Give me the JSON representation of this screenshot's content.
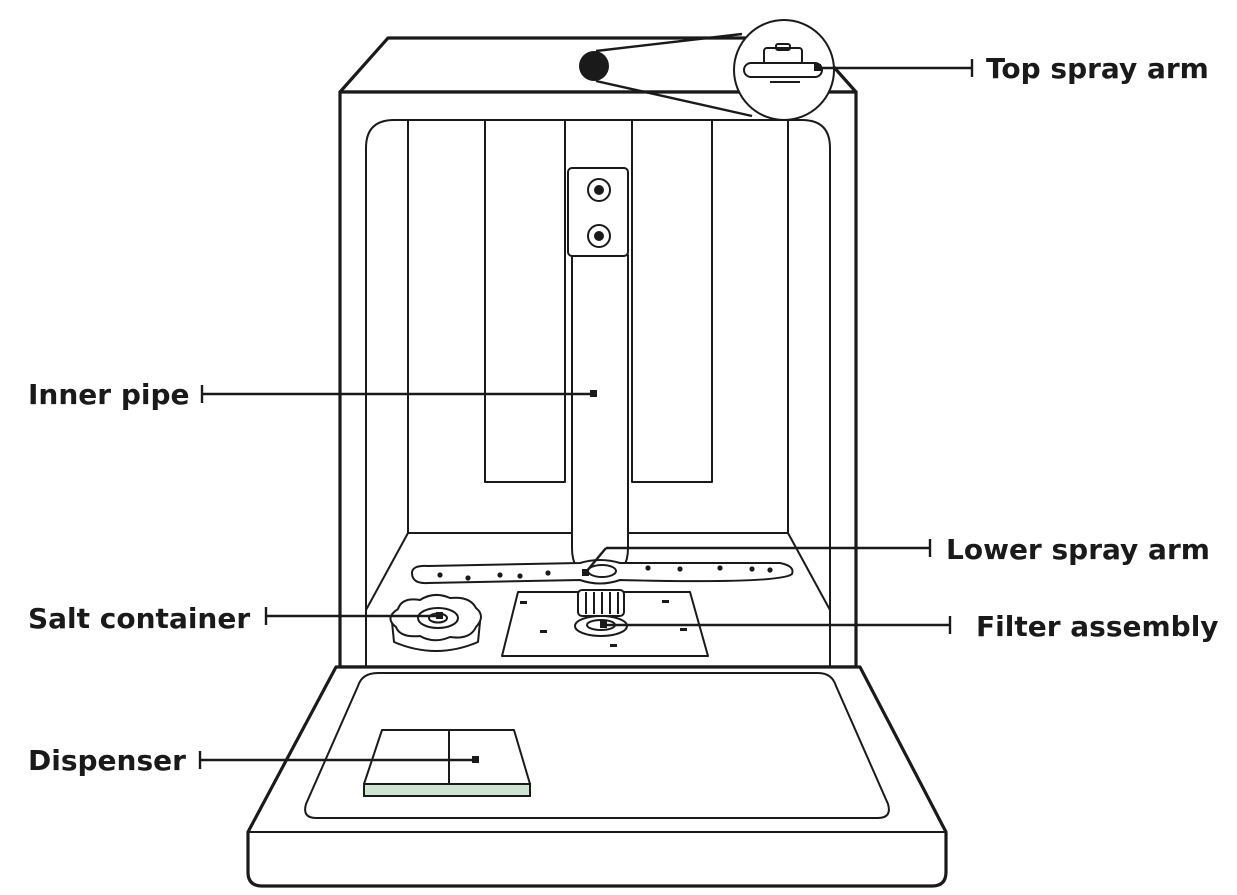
{
  "labels": {
    "top_spray_arm": "Top spray arm",
    "inner_pipe": "Inner pipe",
    "lower_spray_arm": "Lower spray arm",
    "salt_container": "Salt container",
    "filter_assembly": "Filter assembly",
    "dispenser": "Dispenser"
  },
  "colors": {
    "line": "#1a1a1a",
    "dispenser_strip": "#cfe3d3"
  }
}
